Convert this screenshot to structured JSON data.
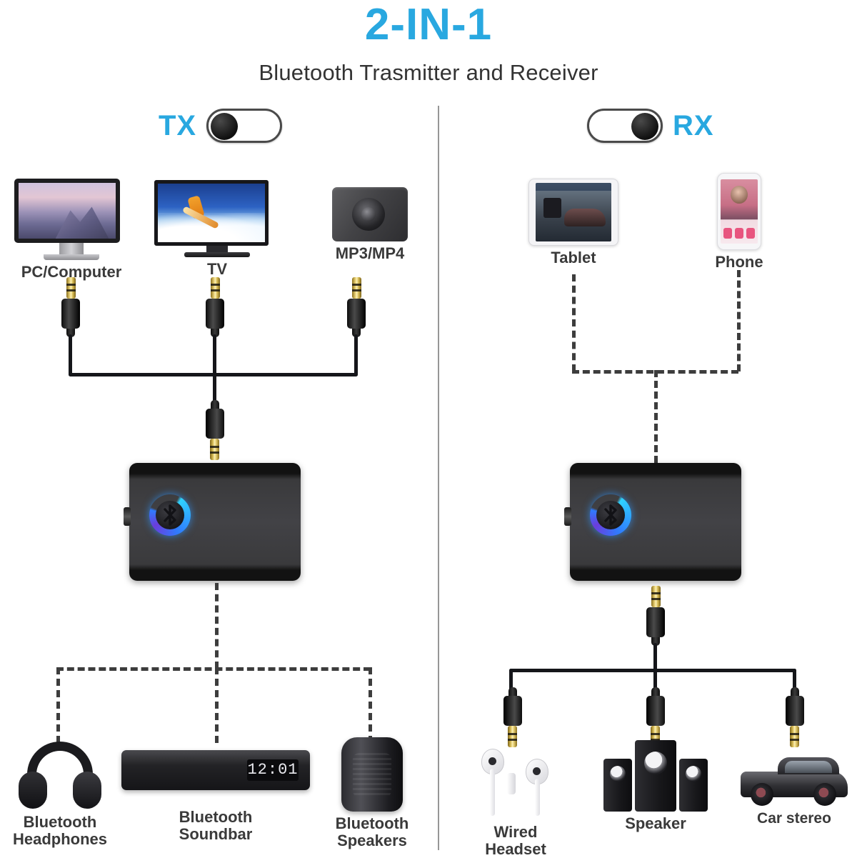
{
  "header": {
    "title": "2-IN-1",
    "subtitle": "Bluetooth Trasmitter and Receiver",
    "title_color": "#29a8e0"
  },
  "modes": {
    "tx": {
      "label": "TX",
      "knob_position": "left",
      "label_position": "left"
    },
    "rx": {
      "label": "RX",
      "knob_position": "right",
      "label_position": "right"
    }
  },
  "tx_side": {
    "sources": [
      {
        "label": "PC/Computer",
        "icon": "monitor-icon"
      },
      {
        "label": "TV",
        "icon": "tv-icon"
      },
      {
        "label": "MP3/MP4",
        "icon": "mp3-player-icon"
      }
    ],
    "connection_in": "wired",
    "adapter": {
      "icon": "bluetooth-icon",
      "ring_color": "#2f9bff"
    },
    "connection_out": "wireless",
    "outputs": [
      {
        "label": "Bluetooth\nHeadphones",
        "icon": "headphones-icon"
      },
      {
        "label": "Bluetooth\nSoundbar",
        "icon": "soundbar-icon",
        "display_text": "12:01"
      },
      {
        "label": "Bluetooth\nSpeakers",
        "icon": "bluetooth-speaker-icon"
      }
    ]
  },
  "rx_side": {
    "sources": [
      {
        "label": "Tablet",
        "icon": "tablet-icon"
      },
      {
        "label": "Phone",
        "icon": "phone-icon"
      }
    ],
    "connection_in": "wireless",
    "adapter": {
      "icon": "bluetooth-icon",
      "ring_color": "#2f9bff"
    },
    "connection_out": "wired",
    "outputs": [
      {
        "label": "Wired\nHeadset",
        "icon": "earbuds-icon"
      },
      {
        "label": "Speaker",
        "icon": "speaker-system-icon"
      },
      {
        "label": "Car stereo",
        "icon": "car-icon"
      }
    ]
  }
}
